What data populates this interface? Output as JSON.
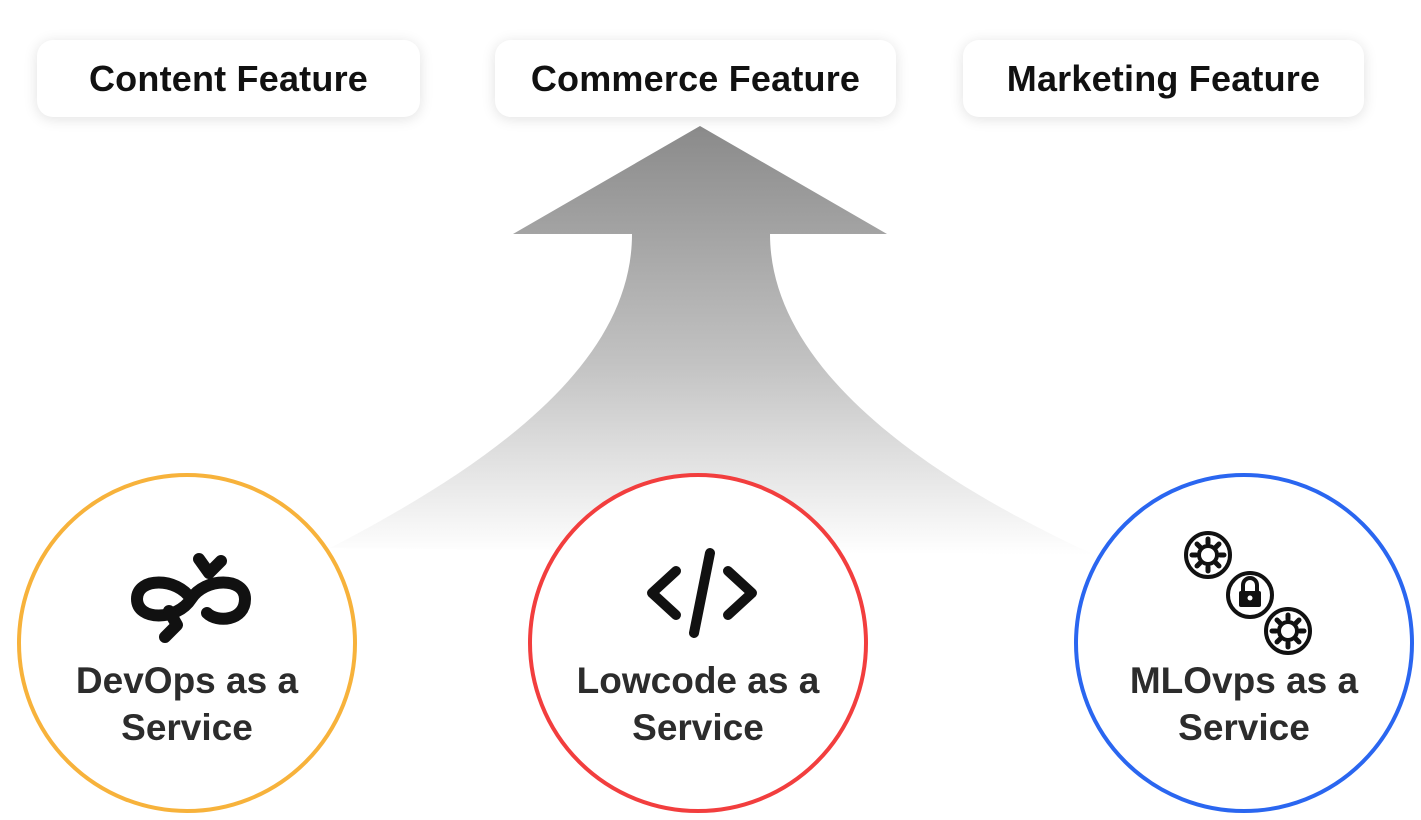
{
  "features": {
    "content": "Content Feature",
    "commerce": "Commerce Feature",
    "marketing": "Marketing Feature"
  },
  "services": {
    "devops": {
      "line1": "DevOps as a",
      "line2": "Service",
      "icon": "infinity-loop-icon",
      "color": "#f7b23b"
    },
    "lowcode": {
      "line1": "Lowcode as a",
      "line2": "Service",
      "icon": "code-brackets-icon",
      "color": "#f23e3e"
    },
    "mlops": {
      "line1": "MLOvps as a",
      "line2": "Service",
      "icon": "gears-lock-icon",
      "color": "#2a66f0"
    }
  }
}
